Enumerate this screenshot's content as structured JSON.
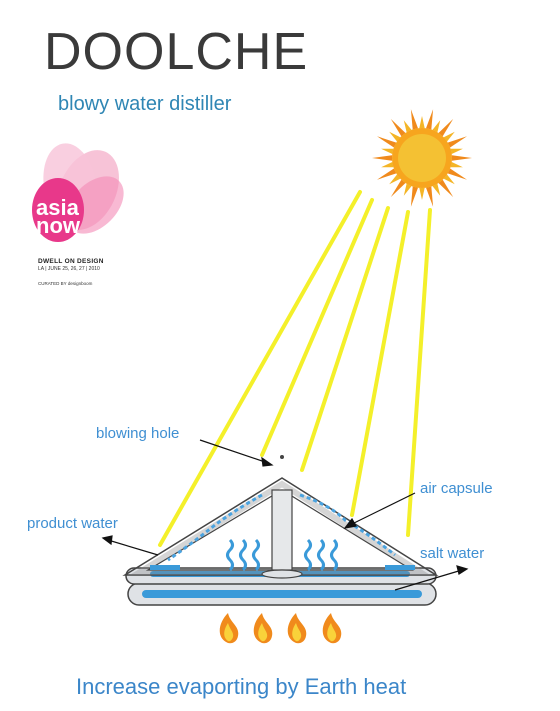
{
  "title": "DOOLCHE",
  "subtitle": "blowy water distiller",
  "logo": {
    "line1": "asia",
    "line2": "now",
    "event": "DWELL ON DESIGN",
    "dates": "LA | JUNE 25, 26, 27 | 2010",
    "curated": "CURATED BY designboom"
  },
  "labels": {
    "blowing_hole": "blowing hole",
    "air_capsule": "air capsule",
    "product_water": "product water",
    "salt_water": "salt water"
  },
  "caption": "Increase evaporting by Earth heat",
  "colors": {
    "sun_ray": "#f4f02a",
    "sun": "#f39a1c",
    "water": "#3a9ad9",
    "label": "#3f8fd2",
    "logo_pink": "#e8388a",
    "flame": "#f08a1c"
  },
  "icons": {
    "sun": "sun-icon",
    "flames": "flame-icon",
    "logo": "lotus-logo-icon"
  }
}
